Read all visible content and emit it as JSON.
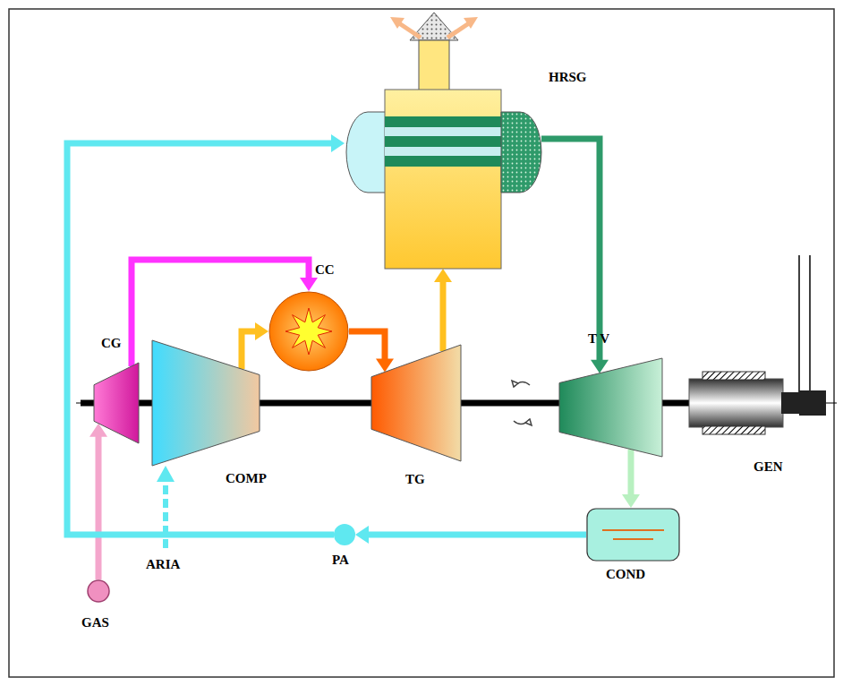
{
  "diagram": {
    "nodes": [
      {
        "text": [
          "HRSG"
        ]
      },
      {
        "text": [
          "CC"
        ]
      },
      {
        "text": [
          "CG"
        ]
      },
      {
        "text": [
          "COMP"
        ]
      },
      {
        "text": [
          "TG"
        ]
      },
      {
        "text": [
          "T V"
        ]
      },
      {
        "text": [
          "GEN"
        ]
      },
      {
        "text": [
          "COND"
        ]
      },
      {
        "text": [
          "PA"
        ]
      },
      {
        "text": [
          "GAS"
        ]
      }
    ],
    "edges": [
      {
        "from": 9,
        "to": 2,
        "arrow": "to"
      },
      {
        "from": 2,
        "to": 1,
        "arrow": "to"
      },
      {
        "from": 3,
        "to": 1,
        "arrow": "to"
      },
      {
        "from": 1,
        "to": 4,
        "arrow": "to"
      },
      {
        "from": 4,
        "to": 0,
        "arrow": "to"
      },
      {
        "from": 0,
        "to": 5,
        "arrow": "to"
      },
      {
        "from": 5,
        "to": 7,
        "arrow": "to"
      },
      {
        "from": 7,
        "to": 8,
        "arrow": "to"
      },
      {
        "from": 8,
        "to": 0,
        "arrow": "to"
      }
    ],
    "labels": [
      "ARIA"
    ]
  }
}
